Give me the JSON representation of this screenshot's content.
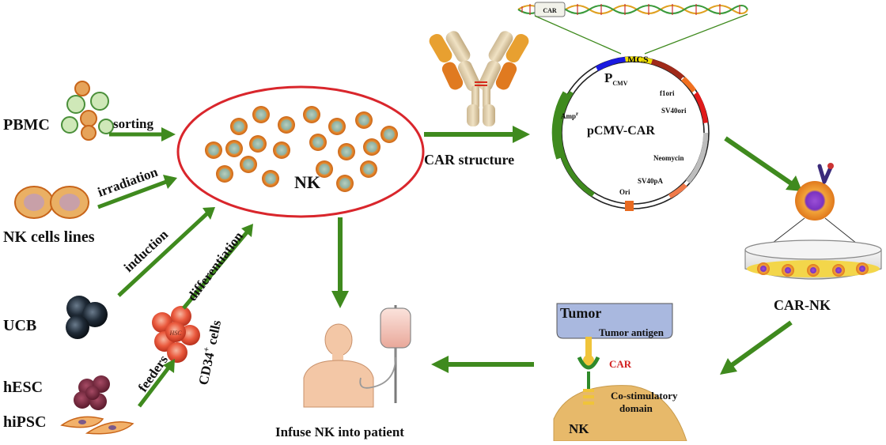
{
  "sources": {
    "pbmc": "PBMC",
    "nk_lines": "NK cells lines",
    "ucb": "UCB",
    "hesc": "hESC",
    "hipsc": "hiPSC"
  },
  "arrows": {
    "sorting": "sorting",
    "irradiation": "irradiation",
    "induction": "induction",
    "differentiation": "differentiation",
    "feeders": "feeders",
    "cd34": "CD34",
    "cd34_sup": "+",
    "cd34_tail": " cells"
  },
  "nk_pool": {
    "label": "NK"
  },
  "hsc_label": "HSC",
  "car_structure": "CAR structure",
  "dna": {
    "car_box": "CAR"
  },
  "plasmid": {
    "name": "pCMV-CAR",
    "mcs": "MCS",
    "pcmv_main": "P",
    "pcmv_sub": "CMV",
    "f1ori": "f1ori",
    "sv40ori": "SV40ori",
    "amp_main": "Amp",
    "amp_sup": "r",
    "neomycin": "Neomycin",
    "sv40pa": "SV40pA",
    "ori": "Ori"
  },
  "car_nk": "CAR-NK",
  "mechanism": {
    "tumor": "Tumor",
    "tumor_antigen": "Tumor antigen",
    "car": "CAR",
    "costim_1": "Co-stimulatory",
    "costim_2": "domain",
    "nk": "NK"
  },
  "infuse": "Infuse NK into patient",
  "colors": {
    "arrow_green": "#3f8a1e",
    "nk_ring": "#d9262c",
    "nk_cell_outer": "#e8892a",
    "nk_cell_inner": "#9fb7a8",
    "tumor_blue": "#a9b8df",
    "nk_tan": "#e7b96a",
    "car_red": "#d21f1f"
  }
}
